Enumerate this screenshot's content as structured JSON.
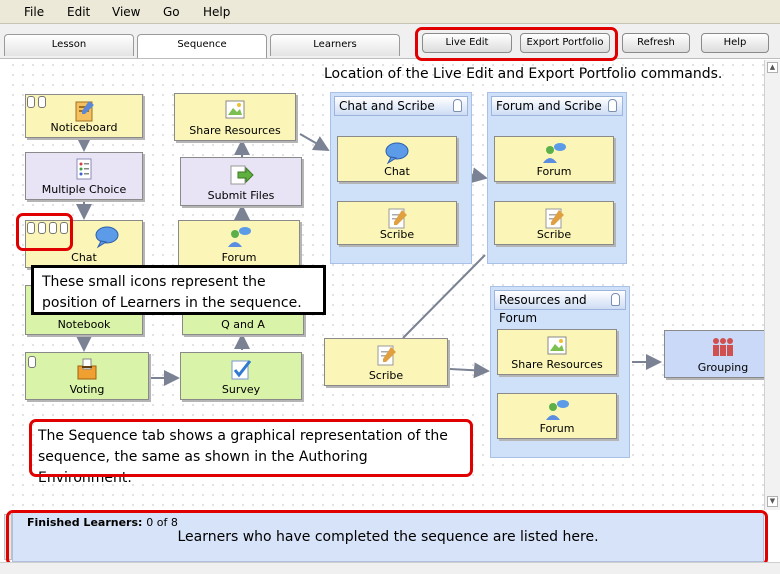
{
  "menu": [
    "File",
    "Edit",
    "View",
    "Go",
    "Help"
  ],
  "tabs": [
    {
      "label": "Lesson",
      "active": false
    },
    {
      "label": "Sequence",
      "active": true
    },
    {
      "label": "Learners",
      "active": false
    }
  ],
  "commands": {
    "live_edit": "Live Edit",
    "export_portfolio": "Export Portfolio",
    "refresh": "Refresh",
    "help": "Help"
  },
  "annotations": {
    "location_note": "Location of the Live Edit and Export Portfolio commands.",
    "learner_icons_note": "These small icons represent the position of Learners in the sequence.",
    "sequence_tab_note": "The Sequence tab shows a graphical representation of the sequence, the same as shown in the Authoring Environment."
  },
  "activities": {
    "noticeboard": "Noticeboard",
    "multiple_choice": "Multiple Choice",
    "chat": "Chat",
    "notebook": "Notebook",
    "voting": "Voting",
    "share_resources": "Share Resources",
    "submit_files": "Submit Files",
    "forum": "Forum",
    "q_and_a": "Q and A",
    "survey": "Survey",
    "scribe": "Scribe",
    "grouping": "Grouping"
  },
  "groups": {
    "chat_scribe": {
      "title": "Chat and Scribe",
      "items": [
        "Chat",
        "Scribe"
      ]
    },
    "forum_scribe": {
      "title": "Forum and Scribe",
      "items": [
        "Forum",
        "Scribe"
      ]
    },
    "resources_forum": {
      "title": "Resources and Forum",
      "items": [
        "Share Resources",
        "Forum"
      ]
    }
  },
  "finished": {
    "label": "Finished Learners:",
    "count": "0 of 8",
    "description": "Learners who have completed the sequence are listed here."
  },
  "colors": {
    "red_highlight": "#e00000",
    "tool_yellow": "#fbf6b8",
    "tool_green": "#d9f3a8",
    "tool_purple": "#e8e3f5",
    "group_blue": "#cfe0f9"
  }
}
